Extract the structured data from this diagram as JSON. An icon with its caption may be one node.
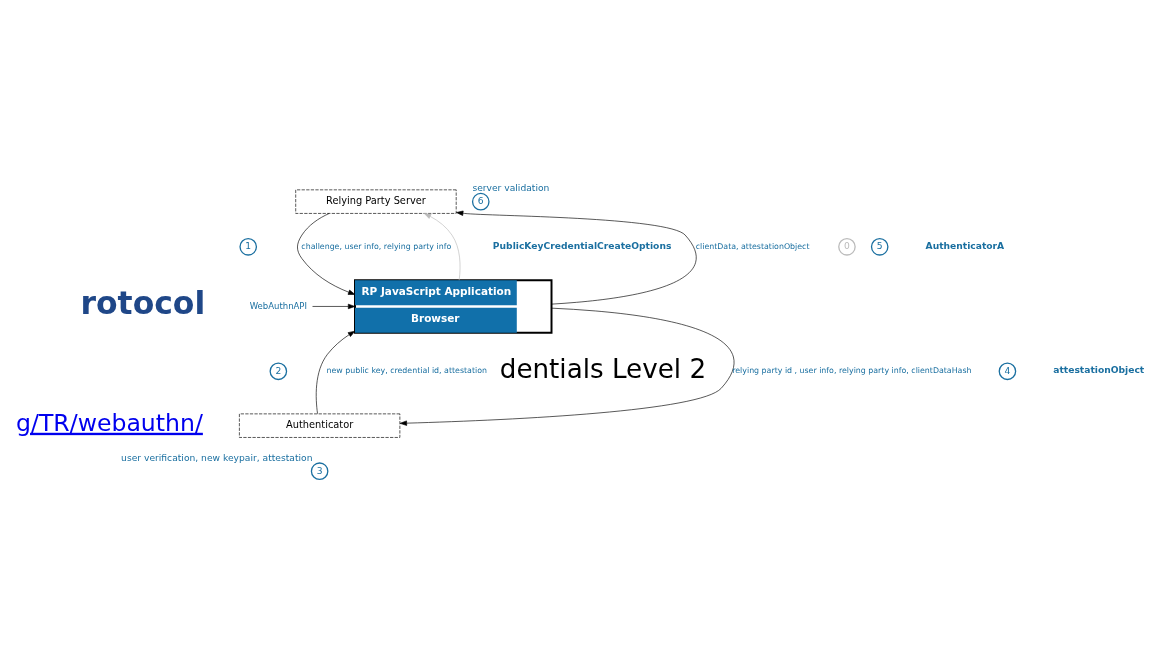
{
  "diagram": {
    "nodes": [
      {
        "text": [
          "Relying Party Server"
        ]
      },
      {
        "text": [
          "6"
        ],
        "beside": [
          "server validation"
        ]
      },
      {
        "text": [
          "1"
        ]
      },
      {
        "text": [
          "0"
        ]
      },
      {
        "text": [
          "5"
        ]
      },
      {
        "text": [
          "WebAuthnAPI"
        ]
      },
      {
        "text": [
          "RP JavaScript Application",
          "Browser"
        ]
      },
      {
        "text": [
          "2"
        ]
      },
      {
        "text": [
          "4"
        ]
      },
      {
        "text": [
          "Authenticator"
        ]
      },
      {
        "text": [
          "3"
        ],
        "beside": [
          "user verification, new keypair, attestation"
        ]
      }
    ],
    "edges": [
      {
        "from": 0,
        "to": 6,
        "arrow": "to",
        "label": "challenge, user info, relying party info"
      },
      {
        "from": 6,
        "to": 0,
        "arrow": "to",
        "color": "#bbbbbb"
      },
      {
        "from": 6,
        "to": 0,
        "arrow": "to",
        "label": "clientData, attestationObject"
      },
      {
        "from": 5,
        "to": 6,
        "arrow": "to"
      },
      {
        "from": 6,
        "to": 9,
        "arrow": "to",
        "label": "relying party id , user info, relying party info, clientDataHash"
      },
      {
        "from": 9,
        "to": 6,
        "arrow": "to",
        "label": "new public key, credential id, attestation"
      }
    ],
    "labels": [
      "PublicKeyCredentialCreateOptions",
      "AuthenticatorA",
      "rotocol",
      "dentials Level 2",
      "attestationObject",
      "g/TR/webauthn/"
    ]
  }
}
